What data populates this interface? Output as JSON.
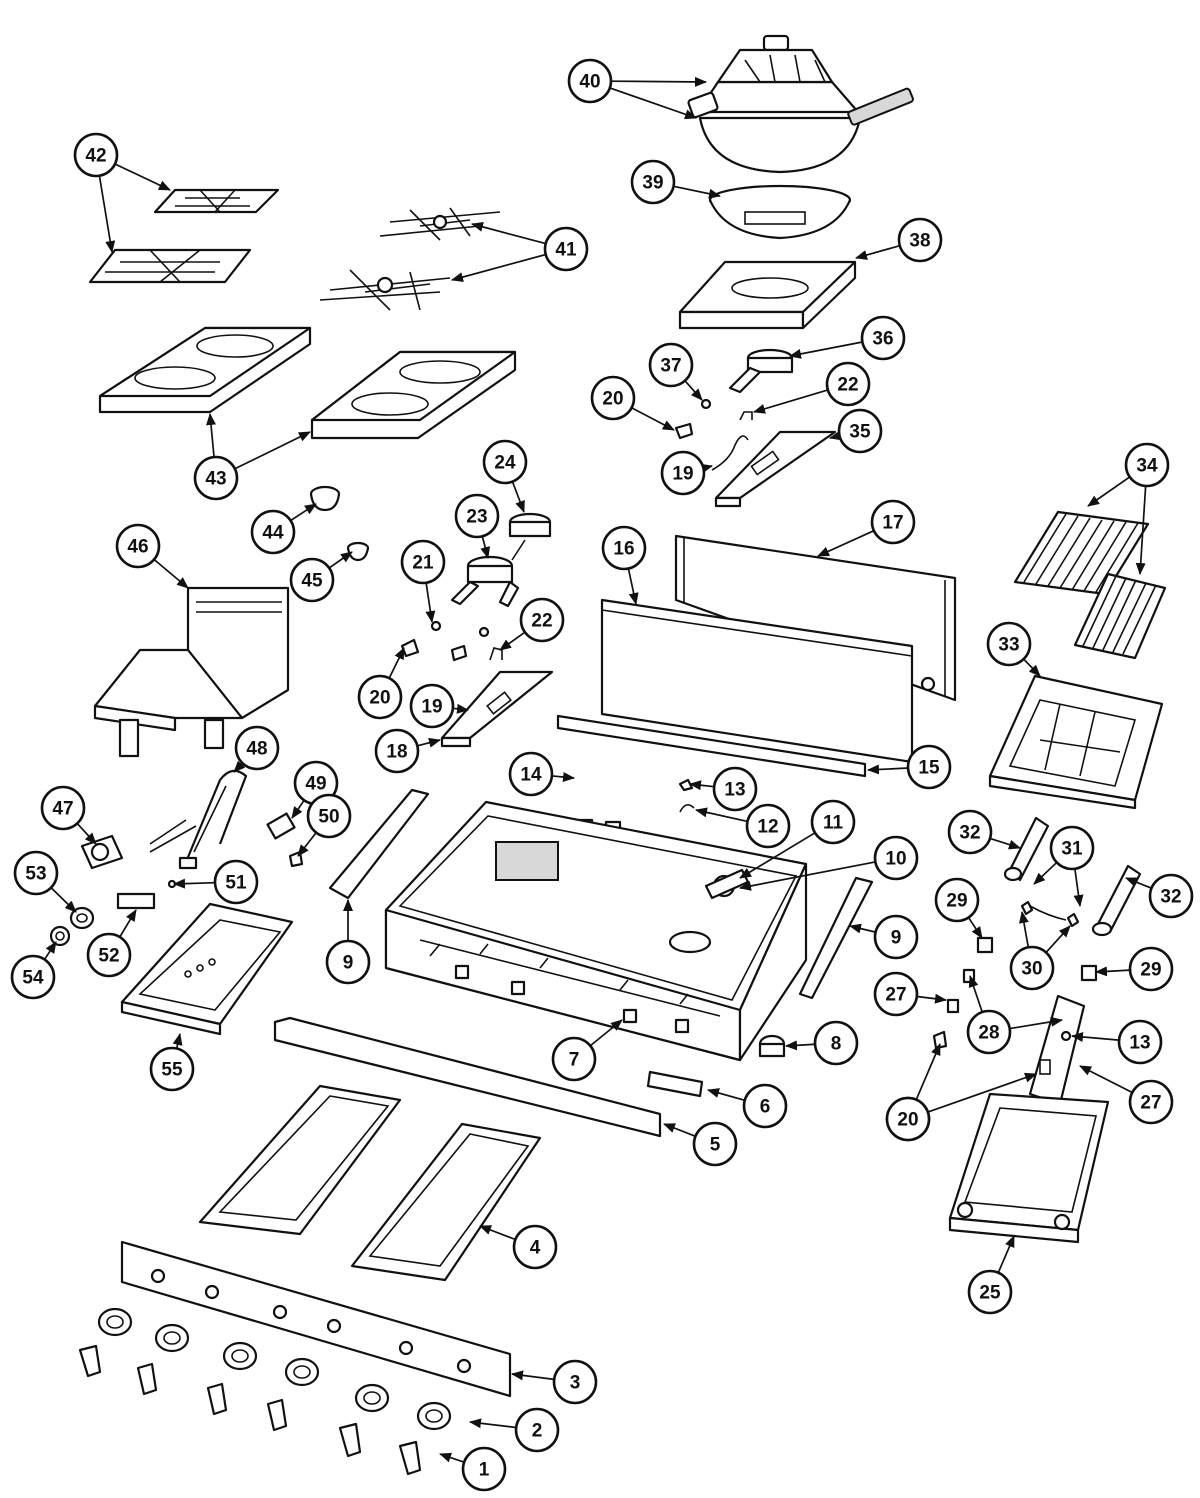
{
  "diagram": {
    "type": "exploded-parts-view",
    "callouts": [
      "1",
      "2",
      "3",
      "4",
      "5",
      "6",
      "7",
      "8",
      "9",
      "9",
      "10",
      "11",
      "12",
      "13",
      "13",
      "14",
      "15",
      "16",
      "17",
      "18",
      "19",
      "19",
      "20",
      "20",
      "20",
      "20",
      "21",
      "22",
      "22",
      "23",
      "24",
      "25",
      "27",
      "27",
      "28",
      "29",
      "29",
      "30",
      "31",
      "32",
      "32",
      "33",
      "34",
      "35",
      "36",
      "37",
      "38",
      "39",
      "40",
      "41",
      "42",
      "43",
      "44",
      "45",
      "46",
      "47",
      "48",
      "49",
      "50",
      "51",
      "52",
      "53",
      "54",
      "55"
    ]
  }
}
